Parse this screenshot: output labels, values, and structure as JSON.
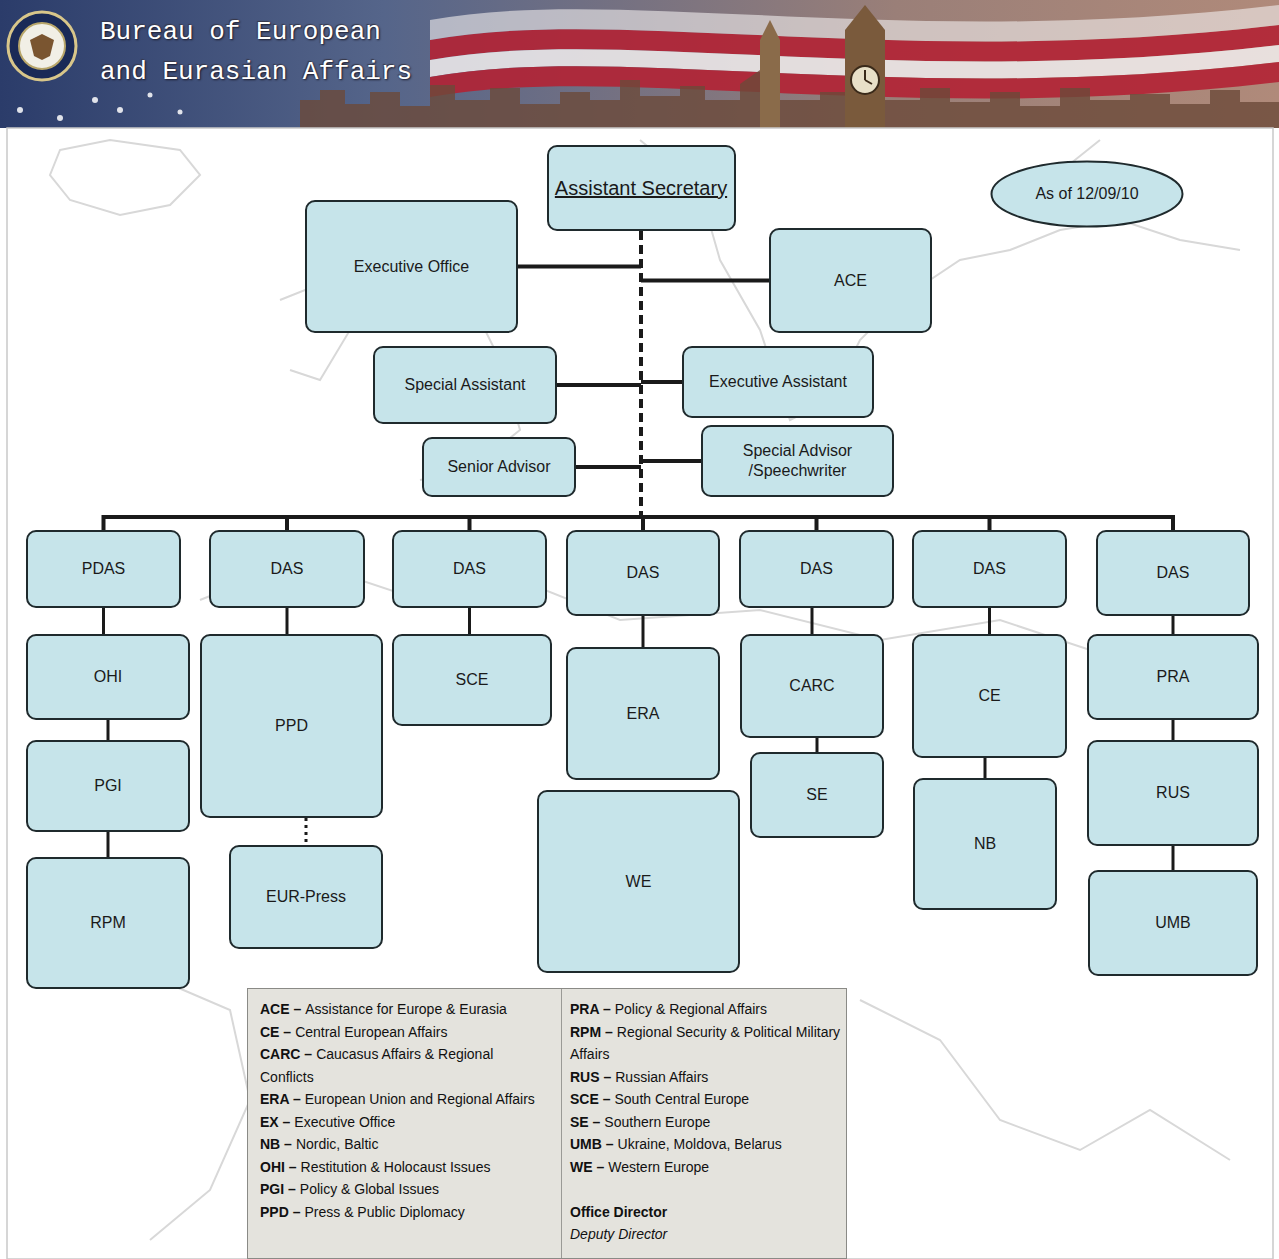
{
  "diagram": {
    "title": "Bureau of European and Eurasian Affairs",
    "nodes": [
      {
        "text": [
          "Assistant Secretary"
        ]
      },
      {
        "text": [
          "As of 12/09/10"
        ]
      },
      {
        "text": [
          "Executive Office"
        ]
      },
      {
        "text": [
          "ACE"
        ]
      },
      {
        "text": [
          "Special Assistant"
        ]
      },
      {
        "text": [
          "Executive Assistant"
        ]
      },
      {
        "text": [
          "Senior Advisor"
        ]
      },
      {
        "text": [
          "Special Advisor /Speechwriter"
        ]
      },
      {
        "text": [
          "PDAS"
        ]
      },
      {
        "text": [
          "DAS"
        ]
      },
      {
        "text": [
          "DAS"
        ]
      },
      {
        "text": [
          "DAS"
        ]
      },
      {
        "text": [
          "DAS"
        ]
      },
      {
        "text": [
          "DAS"
        ]
      },
      {
        "text": [
          "DAS"
        ]
      },
      {
        "text": [
          "OHI"
        ]
      },
      {
        "text": [
          "PGI"
        ]
      },
      {
        "text": [
          "RPM"
        ]
      },
      {
        "text": [
          "PPD"
        ]
      },
      {
        "text": [
          "EUR-Press"
        ]
      },
      {
        "text": [
          "SCE"
        ]
      },
      {
        "text": [
          "ERA"
        ]
      },
      {
        "text": [
          "WE"
        ]
      },
      {
        "text": [
          "CARC"
        ]
      },
      {
        "text": [
          "SE"
        ]
      },
      {
        "text": [
          "CE"
        ]
      },
      {
        "text": [
          "NB"
        ]
      },
      {
        "text": [
          "PRA"
        ]
      },
      {
        "text": [
          "RUS"
        ]
      },
      {
        "text": [
          "UMB"
        ]
      },
      {
        "text": [
          "ACE –",
          "Assistance for Europe & Eurasia",
          "CE –",
          "Central European Affairs",
          "CARC –",
          "Caucasus Affairs & Regional Conflicts",
          "ERA –",
          "European Union and Regional Affairs",
          "EX –",
          "Executive Office",
          "NB –",
          "Nordic, Baltic",
          "OHI –",
          "Restitution & Holocaust Issues",
          "PGI –",
          "Policy & Global Issues",
          "PPD –",
          "Press & Public Diplomacy",
          "PRA –",
          "Policy & Regional Affairs",
          "RPM –",
          "Regional Security & Political Military Affairs",
          "RUS –",
          "Russian Affairs",
          "SCE –",
          "South Central Europe",
          "SE –",
          "Southern Europe",
          "UMB –",
          "Ukraine, Moldova, Belarus",
          "WE –",
          "Western Europe",
          "Office Director",
          "Deputy Director"
        ]
      }
    ],
    "edges": [
      {
        "from": 0,
        "to": 2,
        "arrow": "none"
      },
      {
        "from": 0,
        "to": 3,
        "arrow": "none"
      },
      {
        "from": 0,
        "to": 4,
        "arrow": "none"
      },
      {
        "from": 0,
        "to": 5,
        "arrow": "none"
      },
      {
        "from": 0,
        "to": 6,
        "arrow": "none"
      },
      {
        "from": 0,
        "to": 7,
        "arrow": "none"
      },
      {
        "from": 0,
        "to": 8,
        "arrow": "none"
      },
      {
        "from": 0,
        "to": 9,
        "arrow": "none"
      },
      {
        "from": 0,
        "to": 10,
        "arrow": "none"
      },
      {
        "from": 0,
        "to": 11,
        "arrow": "none"
      },
      {
        "from": 0,
        "to": 12,
        "arrow": "none"
      },
      {
        "from": 0,
        "to": 13,
        "arrow": "none"
      },
      {
        "from": 0,
        "to": 14,
        "arrow": "none"
      },
      {
        "from": 8,
        "to": 15,
        "arrow": "none"
      },
      {
        "from": 15,
        "to": 16,
        "arrow": "none"
      },
      {
        "from": 16,
        "to": 17,
        "arrow": "none"
      },
      {
        "from": 9,
        "to": 18,
        "arrow": "none"
      },
      {
        "from": 18,
        "to": 19,
        "arrow": "none"
      },
      {
        "from": 10,
        "to": 20,
        "arrow": "none"
      },
      {
        "from": 11,
        "to": 21,
        "arrow": "none"
      },
      {
        "from": 12,
        "to": 23,
        "arrow": "none"
      },
      {
        "from": 23,
        "to": 24,
        "arrow": "none"
      },
      {
        "from": 13,
        "to": 25,
        "arrow": "none"
      },
      {
        "from": 25,
        "to": 26,
        "arrow": "none"
      },
      {
        "from": 14,
        "to": 27,
        "arrow": "none"
      },
      {
        "from": 27,
        "to": 28,
        "arrow": "none"
      },
      {
        "from": 28,
        "to": 29,
        "arrow": "none"
      }
    ]
  }
}
